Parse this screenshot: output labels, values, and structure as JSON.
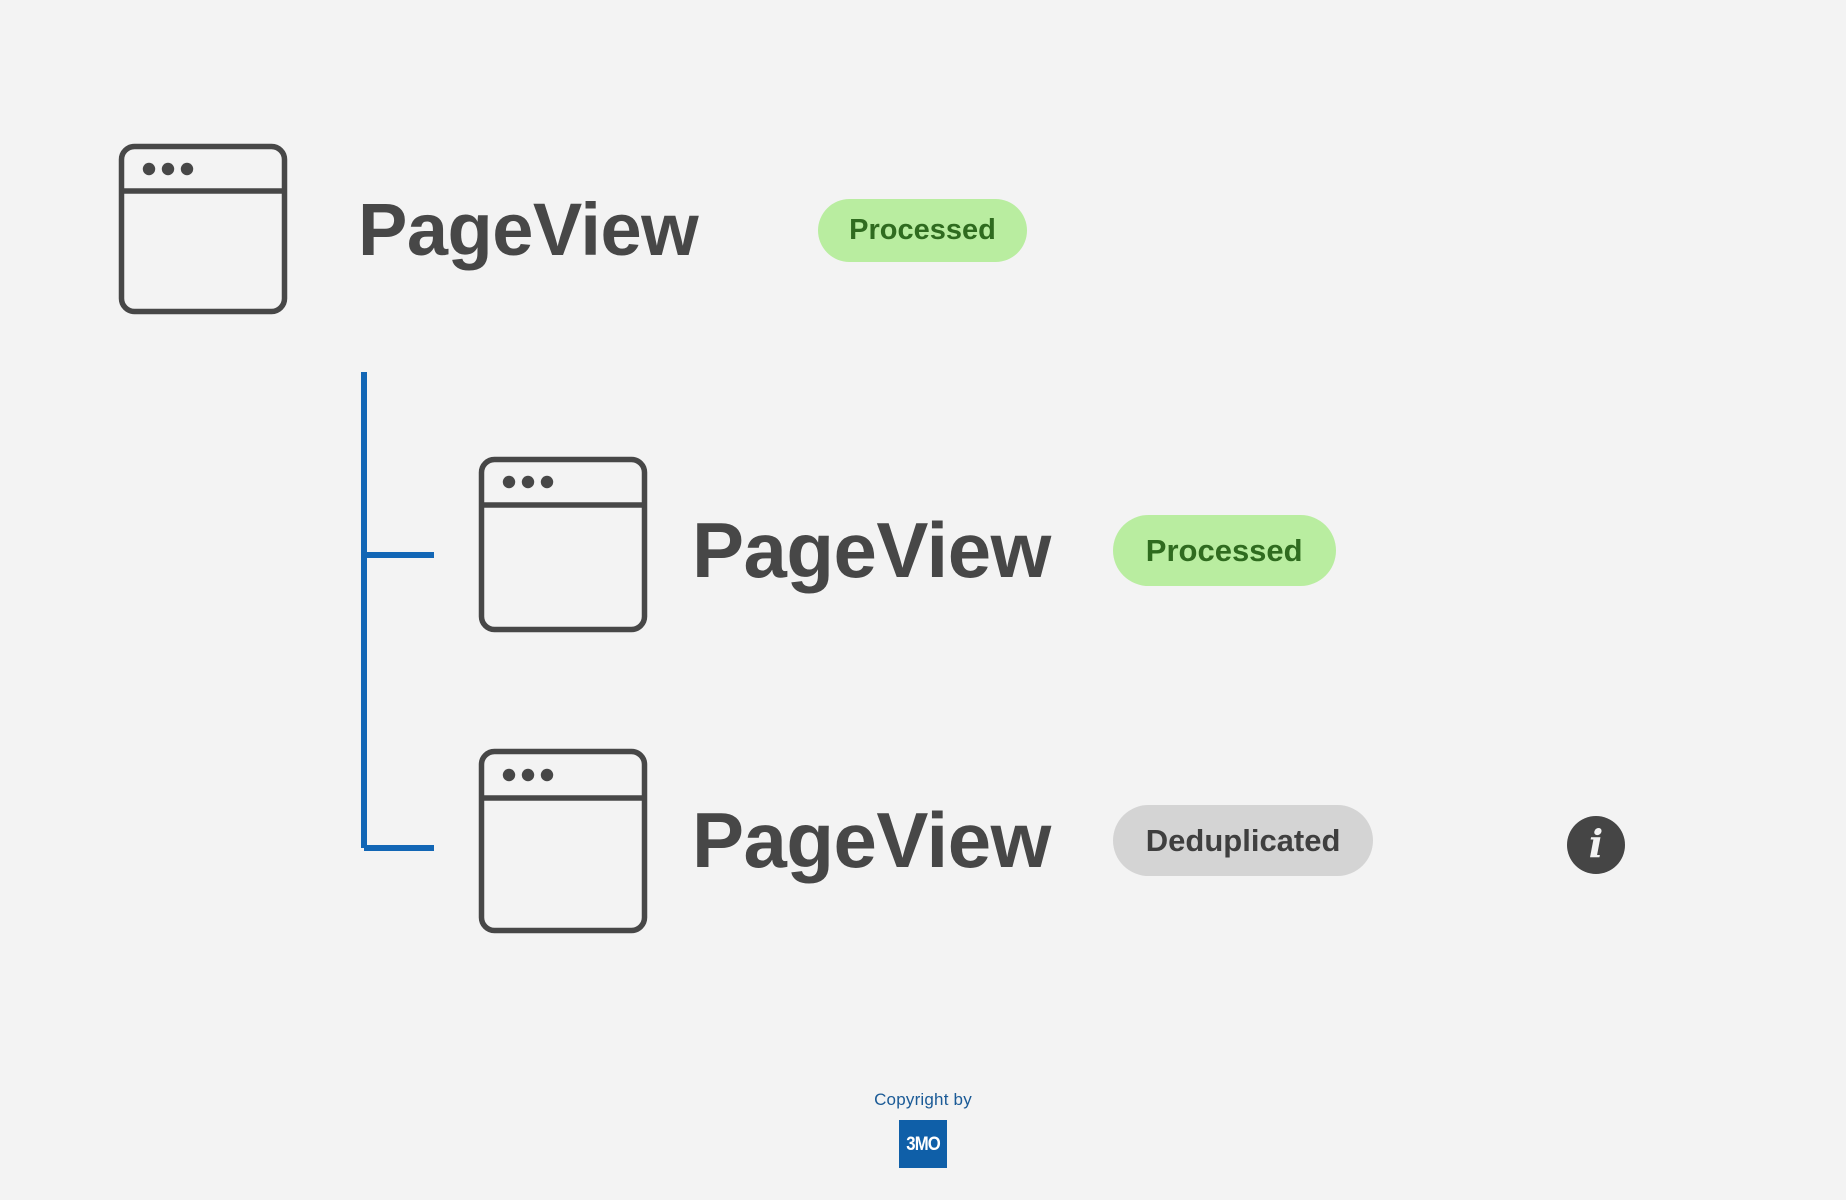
{
  "page": {
    "background_color": "#f3f3f3",
    "title": "PageView processing tree"
  },
  "colors": {
    "icon_stroke": "#474747",
    "label_text": "#474747",
    "connector_blue": "#1266b5",
    "badge_processed_bg": "#b9eda0",
    "badge_processed_text": "#2f6b1f",
    "badge_dedup_bg": "#d4d4d4",
    "badge_dedup_text": "#3f3f3f",
    "info_icon_bg": "#454545",
    "footer_text": "#1a5a96",
    "footer_logo_bg": "#0f5fa8"
  },
  "tree": {
    "root": {
      "icon": "browser-window-icon",
      "label": "PageView",
      "badge": {
        "label": "Processed",
        "kind": "processed"
      }
    },
    "children": [
      {
        "icon": "browser-window-icon",
        "label": "PageView",
        "badge": {
          "label": "Processed",
          "kind": "processed"
        },
        "info_icon": null
      },
      {
        "icon": "browser-window-icon",
        "label": "PageView",
        "badge": {
          "label": "Deduplicated",
          "kind": "deduplicated"
        },
        "info_icon": "info-circle-icon",
        "info_glyph": "i"
      }
    ]
  },
  "footer": {
    "copyright_text": "Copyright by",
    "logo_text": "3MO"
  }
}
